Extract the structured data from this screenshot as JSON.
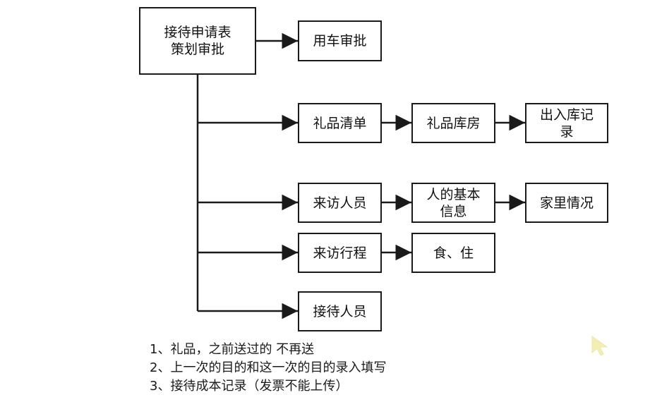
{
  "nodes": {
    "root": {
      "line1": "接待申请表",
      "line2": "策划审批"
    },
    "car_approval": "用车审批",
    "gift_list": "礼品清单",
    "gift_warehouse": "礼品库房",
    "inout_record": {
      "line1": "出入库记",
      "line2": "录"
    },
    "visitors": "来访人员",
    "person_info": {
      "line1": "人的基本",
      "line2": "信息"
    },
    "family": "家里情况",
    "itinerary": "来访行程",
    "food_lodging": "食、住",
    "reception_staff": "接待人员"
  },
  "notes": [
    "1、礼品，之前送过的 不再送",
    "2、上一次的目的和这一次的目的录入填写",
    "3、接待成本记录（发票不能上传）"
  ],
  "colors": {
    "line": "#1a1a1a",
    "box_border": "#1a1a1a",
    "cursor": "#f3eeb4"
  }
}
